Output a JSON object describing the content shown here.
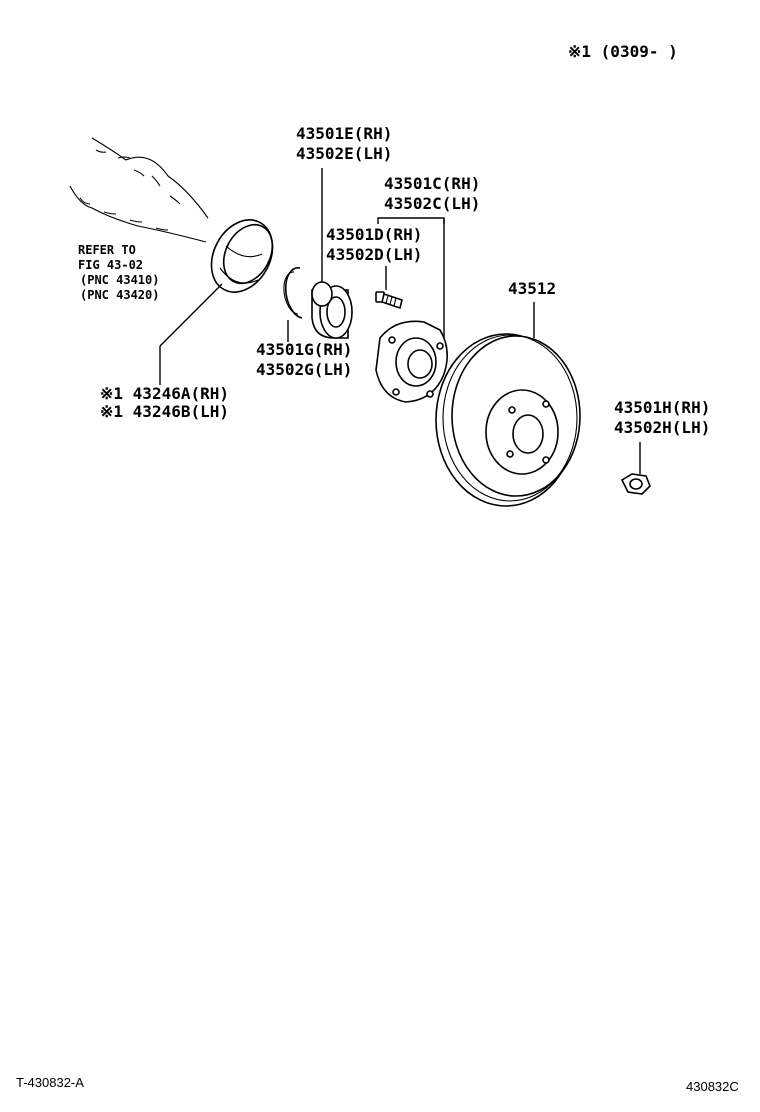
{
  "header": {
    "applicability_note": "※1 (0309-         )"
  },
  "refer_note": {
    "line1": "REFER TO",
    "line2": "FIG 43-02",
    "line3": "(PNC 43410)",
    "line4": "(PNC 43420)"
  },
  "parts": {
    "seal_rh": "※1  43246A(RH)",
    "seal_lh": "※1  43246B(LH)",
    "bearing_rh": "43501E(RH)",
    "bearing_lh": "43502E(LH)",
    "snap_ring_rh": "43501G(RH)",
    "snap_ring_lh": "43502G(LH)",
    "hub_assy_rh": "43501C(RH)",
    "hub_assy_lh": "43502C(LH)",
    "hub_bolt_rh": "43501D(RH)",
    "hub_bolt_lh": "43502D(LH)",
    "disc": "43512",
    "nut_rh": "43501H(RH)",
    "nut_lh": "43502H(LH)"
  },
  "footer": {
    "left_code": "T-430832-A",
    "right_code": "430832C"
  }
}
